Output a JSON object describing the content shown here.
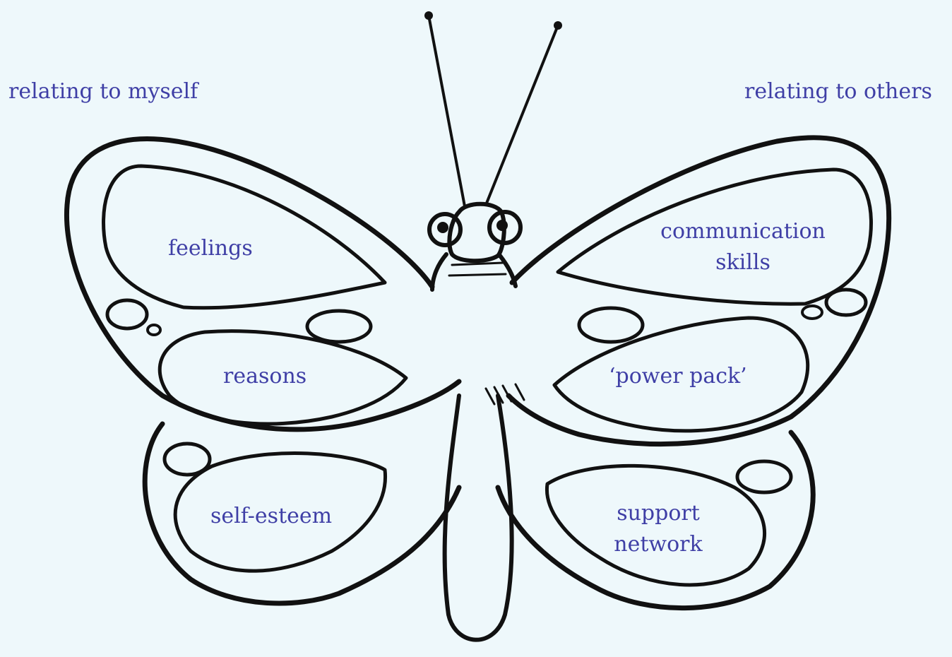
{
  "headings": {
    "left": "relating to myself",
    "right": "relating to others"
  },
  "wings": {
    "upper_left": "feelings",
    "middle_left": "reasons",
    "lower_left": "self-esteem",
    "upper_right": [
      "communication",
      "skills"
    ],
    "middle_right": "‘power pack’",
    "lower_right": [
      "support",
      "network"
    ]
  },
  "colors": {
    "background": "#eef8fb",
    "text": "#3f3fa6",
    "ink": "#111111"
  }
}
